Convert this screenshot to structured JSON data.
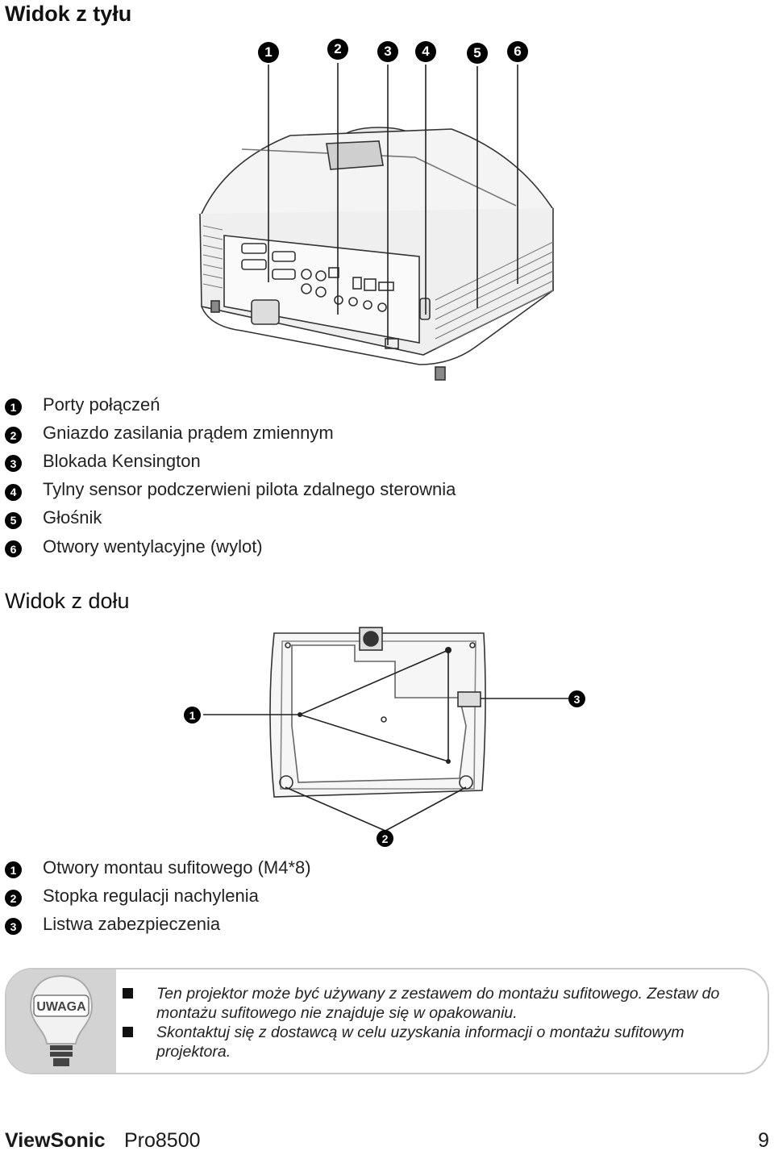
{
  "rear_view": {
    "title": "Widok z tyłu",
    "callouts": [
      "1",
      "2",
      "3",
      "4",
      "5",
      "6"
    ],
    "legend": [
      {
        "num": "1",
        "label": "Porty połączeń"
      },
      {
        "num": "2",
        "label": "Gniazdo zasilania prądem zmiennym"
      },
      {
        "num": "3",
        "label": "Blokada Kensington"
      },
      {
        "num": "4",
        "label": "Tylny sensor podczerwieni pilota zdalnego sterownia"
      },
      {
        "num": "5",
        "label": "Głośnik"
      },
      {
        "num": "6",
        "label": "Otwory wentylacyjne (wylot)"
      }
    ]
  },
  "bottom_view": {
    "title": "Widok z dołu",
    "callouts": [
      "1",
      "2",
      "3"
    ],
    "legend": [
      {
        "num": "1",
        "label": "Otwory montau sufitowego (M4*8)"
      },
      {
        "num": "2",
        "label": "Stopka regulacji nachylenia"
      },
      {
        "num": "3",
        "label": "Listwa zabezpieczenia"
      }
    ]
  },
  "note": {
    "icon_label": "UWAGA",
    "icon": "lightbulb-icon",
    "items": [
      "Ten projektor może być używany z zestawem do montażu sufitowego. Zestaw do montażu sufitowego nie znajduje się w opakowaniu.",
      "Skontaktuj się z dostawcą w celu uzyskania informacji o montażu sufitowym projektora."
    ]
  },
  "footer": {
    "brand": "ViewSonic",
    "model": "Pro8500",
    "page": "9"
  }
}
